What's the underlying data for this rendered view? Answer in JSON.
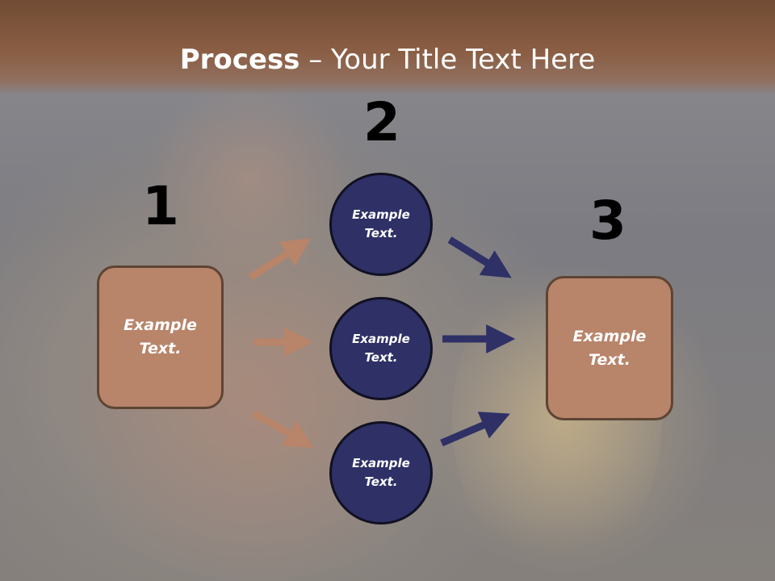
{
  "slide": {
    "title_bold": "Process",
    "title_rest": " – Your Title Text Here"
  },
  "steps": {
    "step1_number": "1",
    "step2_number": "2",
    "step3_number": "3"
  },
  "nodes": {
    "start_box": "Example Text.",
    "circle_top": "Example Text.",
    "circle_middle": "Example Text.",
    "circle_bottom": "Example Text.",
    "end_box": "Example Text."
  },
  "colors": {
    "title_bar": "#8a5e44",
    "box_fill": "#b8846a",
    "box_border": "#5e4434",
    "circle_fill": "#2e3066",
    "arrow_left": "#b8846a",
    "arrow_right": "#2e3066"
  }
}
